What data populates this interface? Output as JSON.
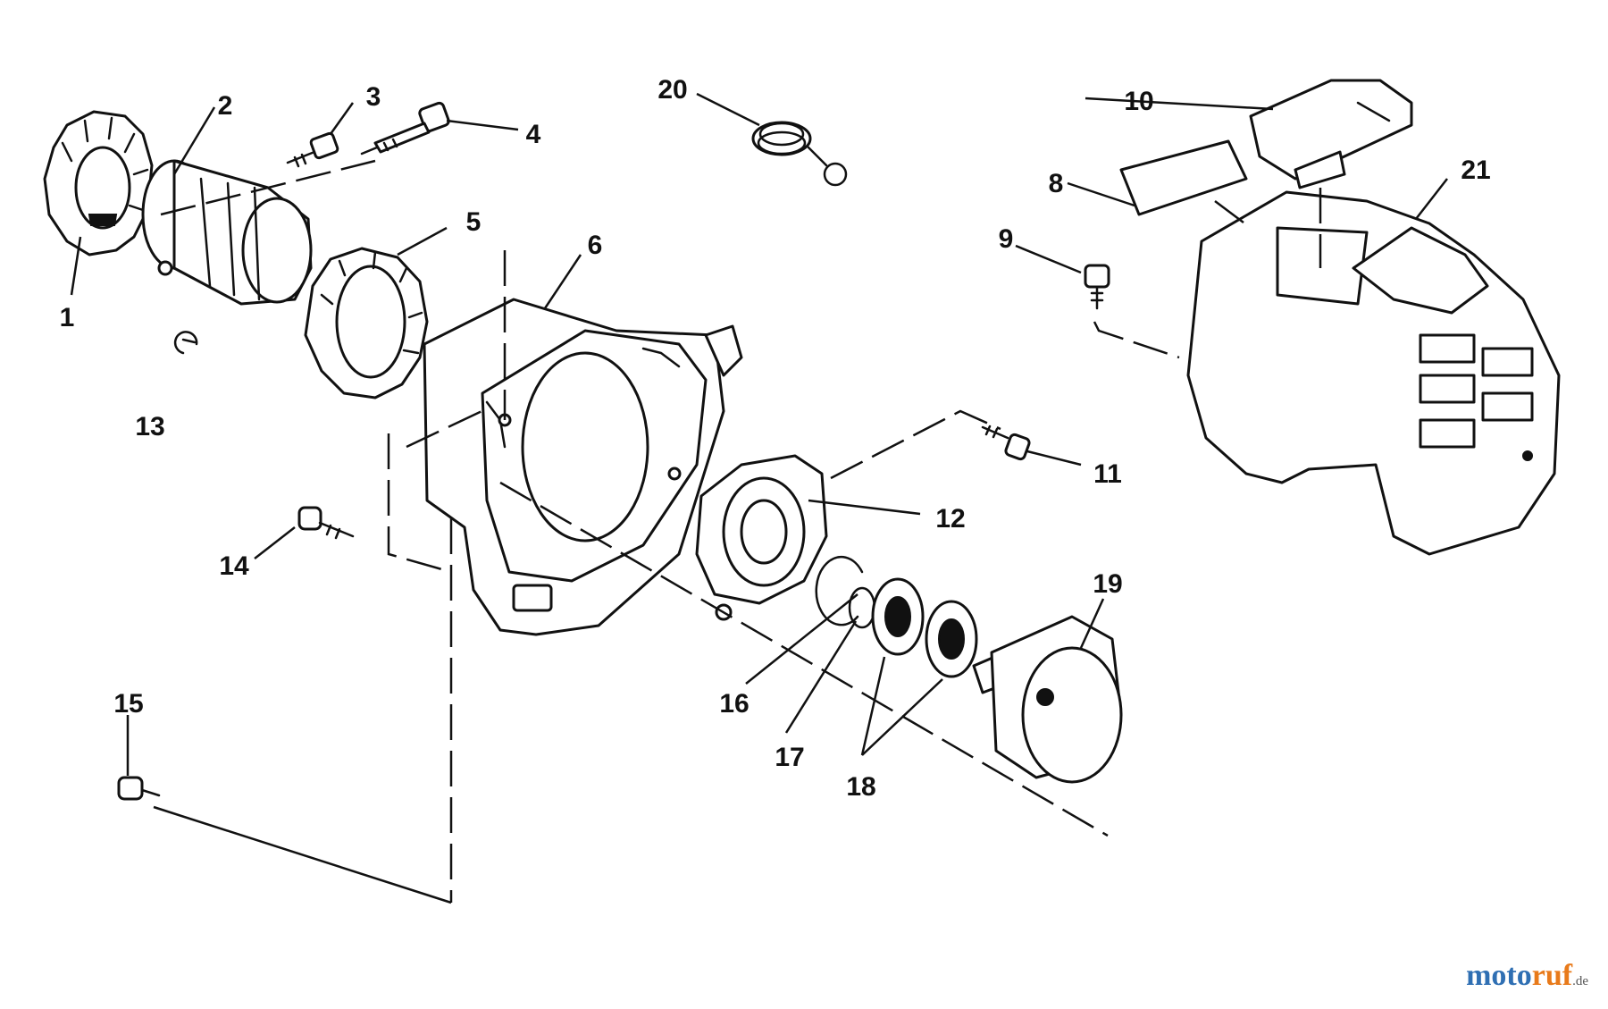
{
  "diagram": {
    "callouts": [
      {
        "id": "1",
        "text": "1"
      },
      {
        "id": "2",
        "text": "2"
      },
      {
        "id": "3",
        "text": "3"
      },
      {
        "id": "4",
        "text": "4"
      },
      {
        "id": "5",
        "text": "5"
      },
      {
        "id": "6",
        "text": "6"
      },
      {
        "id": "8",
        "text": "8"
      },
      {
        "id": "9",
        "text": "9"
      },
      {
        "id": "10",
        "text": "10"
      },
      {
        "id": "11",
        "text": "11"
      },
      {
        "id": "12",
        "text": "12"
      },
      {
        "id": "13",
        "text": "13"
      },
      {
        "id": "14",
        "text": "14"
      },
      {
        "id": "15",
        "text": "15"
      },
      {
        "id": "16",
        "text": "16"
      },
      {
        "id": "17",
        "text": "17"
      },
      {
        "id": "18",
        "text": "18"
      },
      {
        "id": "19",
        "text": "19"
      },
      {
        "id": "20",
        "text": "20"
      },
      {
        "id": "21",
        "text": "21"
      }
    ]
  },
  "watermark": {
    "part1": "moto",
    "part2": "ruf",
    "tld": ".de",
    "colors": {
      "part1": "#2f6fb3",
      "part2": "#e87a1a"
    }
  }
}
